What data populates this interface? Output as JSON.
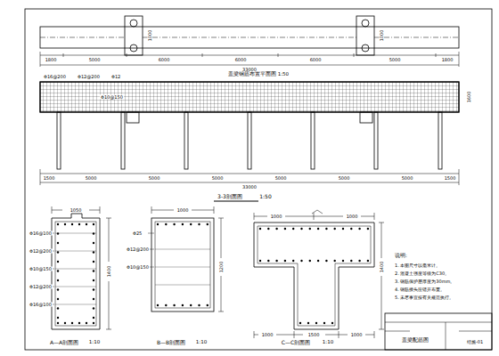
{
  "diagram": {
    "labels": [
      "1800",
      "5000",
      "6000",
      "6000",
      "6000",
      "5000",
      "1800",
      "33000",
      "1000",
      "1000",
      "盖梁钢筋布置平面图 1:50",
      "Φ16@200",
      "Φ12@200",
      "Φ12",
      "Φ10@150",
      "1600",
      "1500",
      "5000",
      "5000",
      "5000",
      "5000",
      "5000",
      "5000",
      "1500",
      "33000",
      "3-3剖面图",
      "1:50",
      "1050",
      "1400",
      "Φ16@100",
      "Φ12@200",
      "Φ10@150",
      "Φ12@200",
      "Φ16@100",
      "A—A剖面图",
      "1:10",
      "1000",
      "1200",
      "Φ25",
      "Φ12@200",
      "Φ10@150",
      "B—B剖面图",
      "1:10",
      "1000",
      "1000",
      "1000",
      "1500",
      "1000",
      "1400",
      "C—C剖面图",
      "1:10",
      "说明:",
      "1. 本图尺寸以毫米计。",
      "2. 混凝土强度等级为C30。",
      "3. 钢筋保护层厚度为30mm。",
      "4. 钢筋接头应错开布置。",
      "5. 未尽事宜按有关规范执行。",
      "盖梁配筋图",
      "结施-01"
    ]
  }
}
